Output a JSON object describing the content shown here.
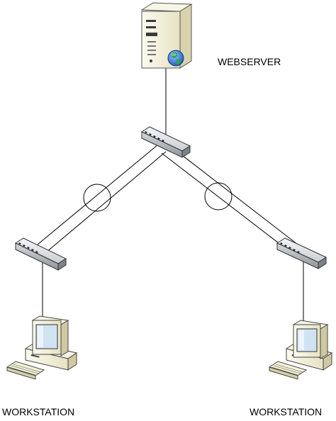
{
  "diagram": {
    "nodes": {
      "webserver": {
        "label": "WEBSERVER",
        "icon": "server-with-globe-icon"
      },
      "core_switch": {
        "icon": "switch-icon"
      },
      "left_switch": {
        "icon": "switch-icon"
      },
      "right_switch": {
        "icon": "switch-icon"
      },
      "left_workstation": {
        "label": "WORKSTATION",
        "icon": "workstation-icon"
      },
      "right_workstation": {
        "label": "WORKSTATION",
        "icon": "workstation-icon"
      }
    },
    "links": [
      {
        "from": "webserver",
        "to": "core_switch",
        "style": "single-line"
      },
      {
        "from": "core_switch",
        "to": "left_switch",
        "style": "double-line",
        "marker": "circle"
      },
      {
        "from": "core_switch",
        "to": "right_switch",
        "style": "double-line",
        "marker": "circle"
      },
      {
        "from": "left_switch",
        "to": "left_workstation",
        "style": "single-line"
      },
      {
        "from": "right_switch",
        "to": "right_workstation",
        "style": "single-line"
      }
    ],
    "colors": {
      "line": "#000000",
      "device_fill": "#f4f1d8",
      "device_dark": "#2a2a2a",
      "globe_blue": "#2f6fd0",
      "globe_green": "#2fa35a",
      "screen_blue": "#cfe3f3"
    }
  }
}
